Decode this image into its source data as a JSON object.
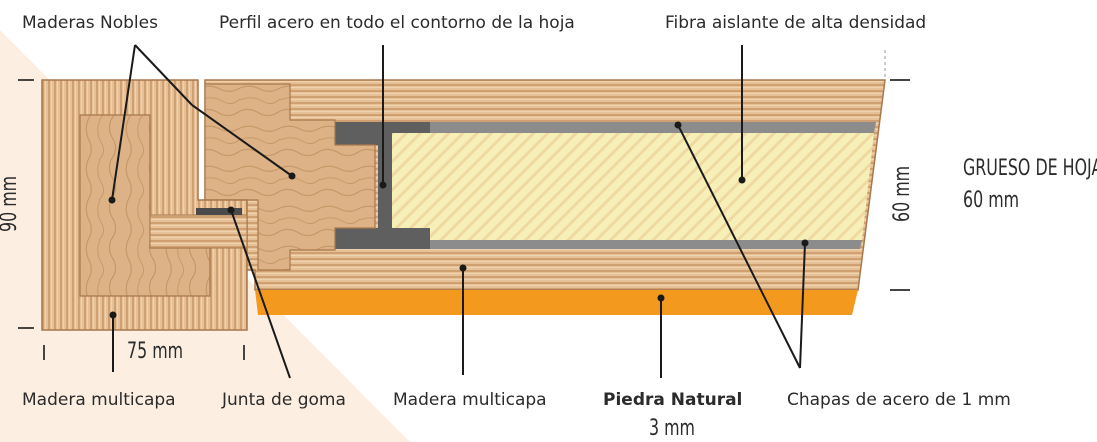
{
  "labels": {
    "maderas_nobles": "Maderas Nobles",
    "perfil_acero": "Perfil acero en todo el contorno de la hoja",
    "fibra_aislante": "Fibra aislante de alta densidad",
    "grueso_title": "GRUESO DE HOJA",
    "grueso_value": "60 mm",
    "dim_90": "90 mm",
    "dim_75": "75 mm",
    "dim_60": "60 mm",
    "madera_multicapa_left": "Madera multicapa",
    "junta_goma": "Junta de goma",
    "madera_multicapa_mid": "Madera multicapa",
    "piedra_natural": "Piedra Natural",
    "piedra_thickness": "3 mm",
    "chapas_acero": "Chapas de acero de 1 mm"
  },
  "colors": {
    "background_tint": "#fbeee0",
    "wood_light": "#e8c39a",
    "wood_dark": "#c99a6b",
    "steel": "#6d6d6d",
    "steel_plate": "#8a8a8a",
    "insulation": "#f6ecb0",
    "stone": "#f39a1e",
    "leader": "#1a1a1a",
    "text": "#2b2b2b"
  }
}
